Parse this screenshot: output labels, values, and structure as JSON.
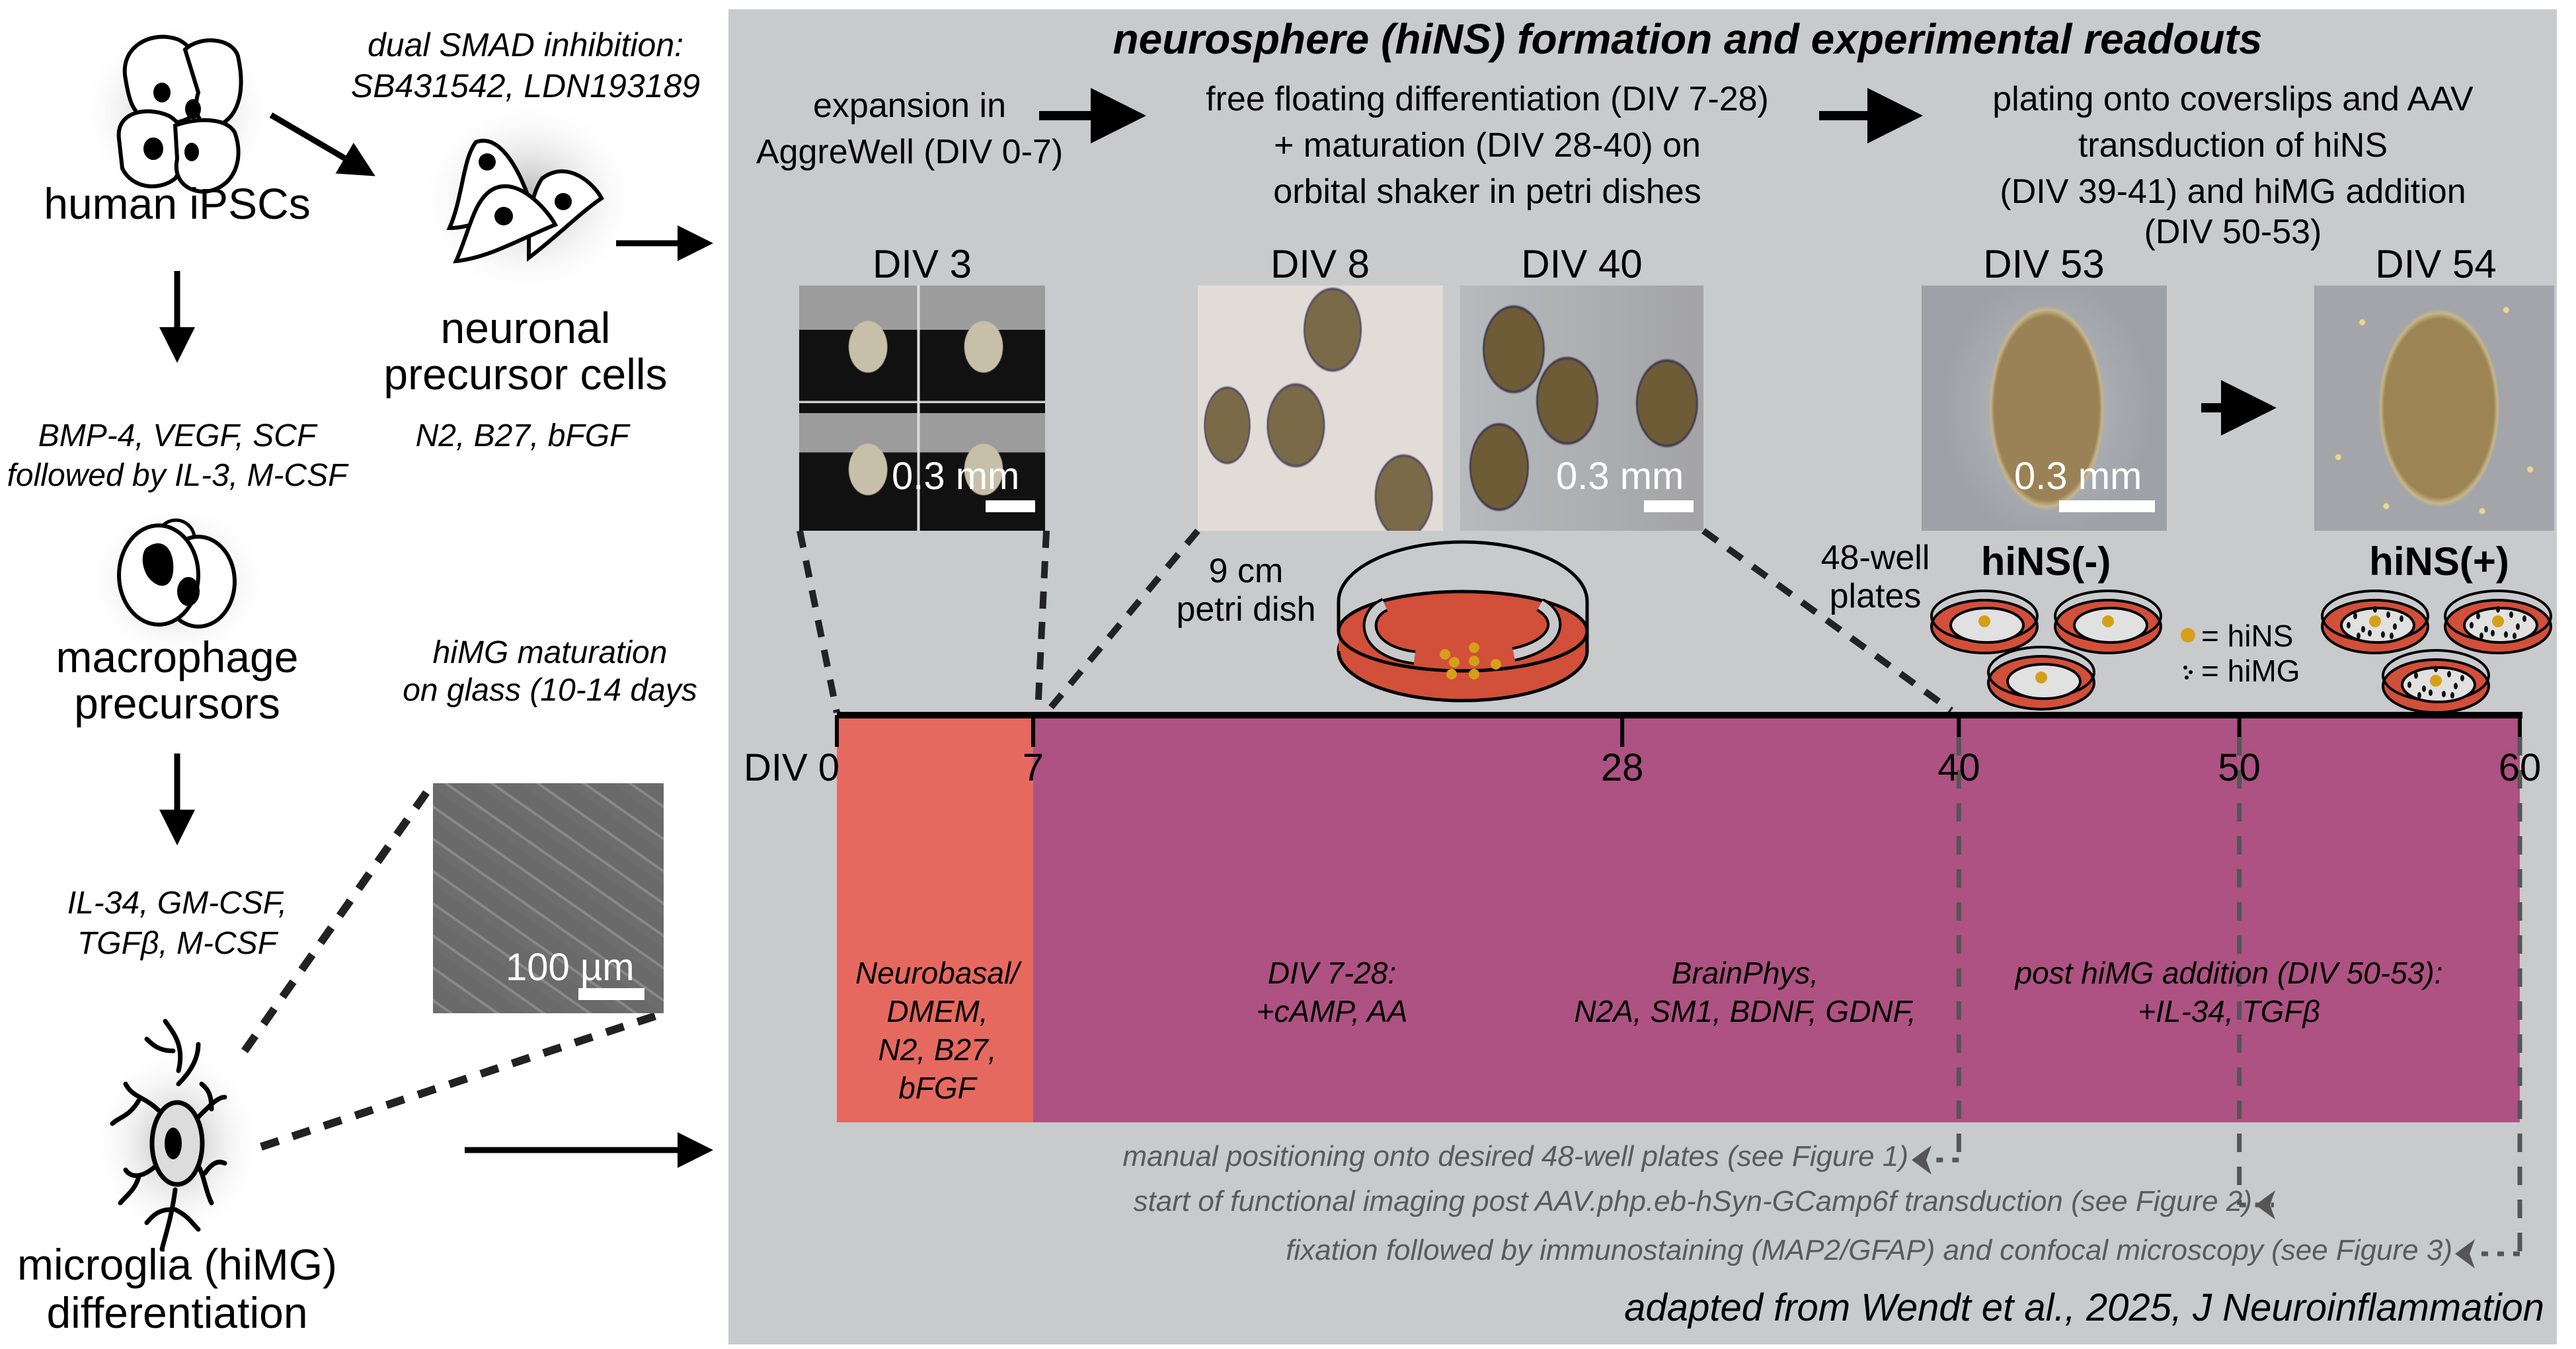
{
  "left_column": {
    "ipsc_label": "human iPSCs",
    "smad_label_1": "dual SMAD inhibition:",
    "smad_label_2": "SB431542, LDN193189",
    "npc_label_1": "neuronal",
    "npc_label_2": "precursor cells",
    "npc_factors": "N2, B27, bFGF",
    "macro_factors_1": "BMP-4, VEGF, SCF",
    "macro_factors_2": "followed by IL-3, M-CSF",
    "macro_label_1": "macrophage",
    "macro_label_2": "precursors",
    "mg_factors_1": "IL-34, GM-CSF,",
    "mg_factors_2": "TGFβ, M-CSF",
    "maturation_1": "hiMG maturation",
    "maturation_2": "on glass (10-14 days",
    "himg_scale": "100 µm",
    "mg_label_1": "microglia (hiMG)",
    "mg_label_2": "differentiation"
  },
  "panel": {
    "title": "neurosphere (hiNS) formation and experimental readouts",
    "steps": [
      {
        "lines": [
          "expansion in",
          "AggreWell (DIV 0-7)"
        ]
      },
      {
        "lines": [
          "free floating differentiation (DIV 7-28)",
          "+ maturation (DIV 28-40) on",
          "orbital shaker in petri dishes"
        ]
      },
      {
        "lines": [
          "plating onto coverslips and AAV",
          "transduction of hiNS",
          "(DIV 39-41) and hiMG addition",
          "(DIV 50-53)"
        ]
      }
    ],
    "photos": [
      {
        "label": "DIV 3",
        "scale": "0.3 mm"
      },
      {
        "label": "DIV 8",
        "scale": ""
      },
      {
        "label": "DIV 40",
        "scale": "0.3 mm"
      },
      {
        "label": "DIV 53",
        "scale": "0.3 mm"
      },
      {
        "label": "DIV 54",
        "scale": ""
      }
    ],
    "petri_label_1": "9 cm",
    "petri_label_2": "petri dish",
    "well_label_1": "48-well",
    "well_label_2": "plates",
    "hins_minus": "hiNS(-)",
    "hins_plus": "hiNS(+)",
    "legend_hins": "= hiNS",
    "legend_himg": "= hiMG",
    "colors": {
      "panel_bg": "#c9cacc",
      "phase1": "#e5695f",
      "phase2": "#ad5282",
      "dish": "#d24f39",
      "hins_dot": "#d4a017"
    }
  },
  "timeline": {
    "prefix": "DIV",
    "ticks": [
      0,
      7,
      28,
      40,
      50,
      60
    ],
    "phases": [
      {
        "from": 0,
        "to": 7,
        "lines": [
          "Neurobasal/",
          "DMEM,",
          "N2, B27,",
          "bFGF"
        ]
      },
      {
        "from": 7,
        "to": 60,
        "lines": []
      }
    ],
    "notes": [
      {
        "lines": [
          "DIV 7-28:",
          "+cAMP, AA"
        ]
      },
      {
        "lines": [
          "BrainPhys,",
          "N2A, SM1, BDNF, GDNF,"
        ]
      },
      {
        "lines": [
          "post hiMG addition (DIV 50-53):",
          "+IL-34, TGFβ"
        ]
      }
    ]
  },
  "readouts": [
    {
      "text": "manual positioning onto desired 48-well plates (see Figure 1)",
      "day": 40
    },
    {
      "text": "start of functional imaging post AAV.php.eb-hSyn-GCamp6f transduction (see Figure 2)",
      "day": 50
    },
    {
      "text": "fixation followed by immunostaining (MAP2/GFAP) and confocal microscopy (see Figure 3)",
      "day": 60
    }
  ],
  "credit": "adapted from Wendt et al., 2025, J Neuroinflammation"
}
